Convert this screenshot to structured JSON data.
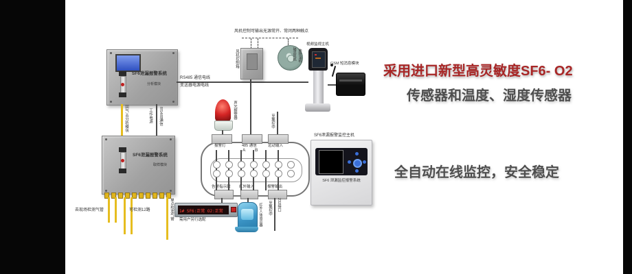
{
  "marketing": {
    "headline_red": "采用进口新型高灵敏度SF6- O2",
    "headline_gray": "传感器和温度、湿度传感器",
    "tagline": "全自动在线监控，安全稳定",
    "headline_red_color": "#a82626",
    "headline_gray_color": "#4e4e4e"
  },
  "devices": {
    "analyzer": {
      "title": "SF6泄漏报警系统",
      "module": "分析模块"
    },
    "sampler": {
      "title": "SF6泄漏报警系统",
      "module": "取样模块"
    },
    "fan_box": {
      "label": "风机控制箱"
    },
    "fan": {
      "label_a": "轴流风机",
      "label_b": "抽除湿机"
    },
    "video_host": {
      "label": "视频监视主机"
    },
    "gsm": {
      "label": "GSM 短消息模块"
    },
    "beacon": {
      "label": "声光报警器"
    },
    "monitor": {
      "label": "SF6泄漏报警监控主机",
      "panel_text": "SF6 泄漏监控报警系统"
    },
    "led_sign": {
      "text": "1# SF6:正常 O2:正常",
      "note": "需用户另行选配"
    },
    "pir": {
      "label": "红外人体感应器"
    }
  },
  "controller": {
    "top_ports": [
      {
        "label": "报警灯"
      },
      {
        "label": "485 通信"
      },
      {
        "label": "远动输入"
      }
    ],
    "bottom_ports": [
      {
        "label": "告警指示牌"
      },
      {
        "label": "红外输入"
      },
      {
        "label": "报警输出"
      }
    ],
    "term_a": "A",
    "term_b": "B",
    "to_center_up": "至集控中",
    "to_center_down": "至集控中",
    "iface_label": "232接口"
  },
  "wiring": {
    "fan_note": "风机控制可输出无源常开、常闭两种触点",
    "bus_top": "RS485 通信电线",
    "bus_bottom": "变送器电源电线",
    "gas_return": "回气,去分析模块",
    "power": "工作电源",
    "rs485": "RS485通信",
    "site_tubes": "去现场检测气管",
    "channels": "可检测12路",
    "calib_tube": "单点校准气管"
  }
}
